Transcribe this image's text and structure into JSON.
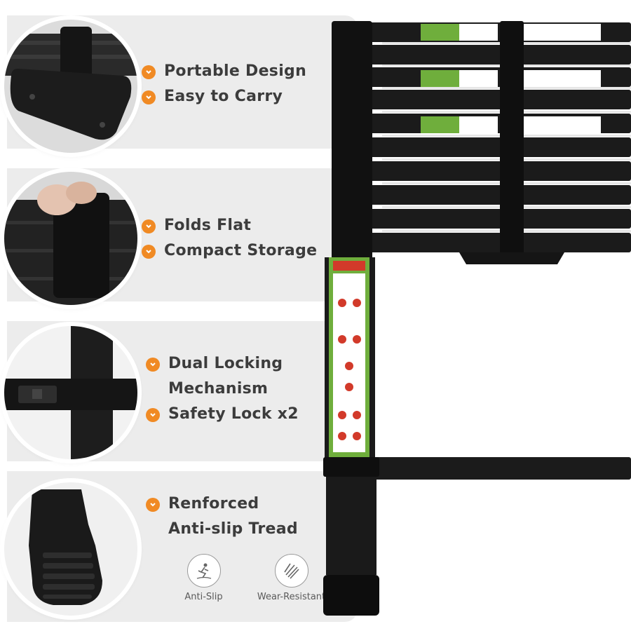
{
  "sections": [
    {
      "features": [
        "Portable Design",
        "Easy to Carry"
      ]
    },
    {
      "features": [
        "Folds Flat",
        "Compact Storage"
      ]
    },
    {
      "features": [
        "Dual Locking",
        "Mechanism",
        "Safety Lock x2"
      ]
    },
    {
      "features": [
        "Renforced",
        "Anti-slip Tread"
      ]
    }
  ],
  "badges": [
    {
      "label": "Anti-Slip",
      "icon": "anti-slip-icon"
    },
    {
      "label": "Wear-Resistant",
      "icon": "wear-resistant-icon"
    }
  ],
  "colors": {
    "accent": "#f08a24",
    "panel": "#ececec",
    "ladder": "#1b1b1b",
    "warning_label": "#6fae3c"
  }
}
